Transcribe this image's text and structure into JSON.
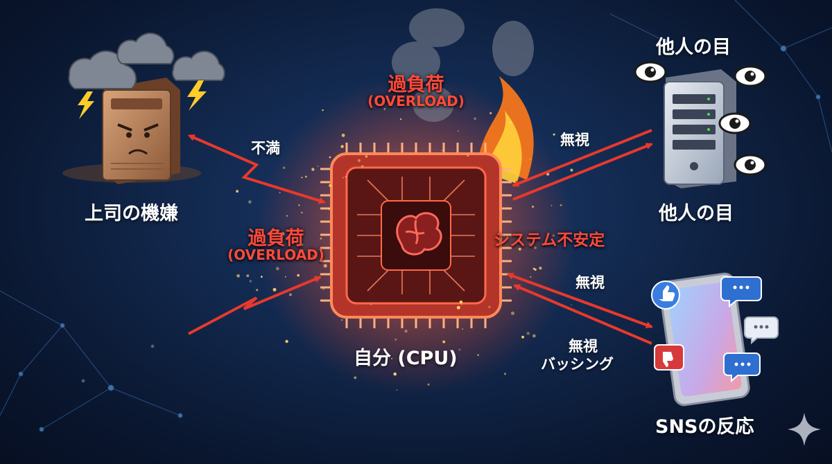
{
  "nodes": {
    "boss": {
      "label": "上司の機嫌"
    },
    "others_top": {
      "label": "他人の目"
    },
    "others": {
      "label": "他人の目"
    },
    "sns": {
      "label": "SNSの反応"
    },
    "cpu": {
      "label": "自分 (CPU)"
    }
  },
  "edges": {
    "fuman": "不満",
    "overload_top_jp": "過負荷",
    "overload_top_en": "(OVERLOAD)",
    "overload_left_jp": "過負荷",
    "overload_left_en": "(OVERLOAD)",
    "instability": "システム不安定",
    "mushi_1": "無視",
    "mushi_2": "無視",
    "mushi_3": "無視",
    "bashing": "バッシング"
  },
  "colors": {
    "background": "#0b1a33",
    "arrow": "#e8392c",
    "warning_text": "#ff4a3a",
    "label_text": "#ffffff",
    "cpu_glow": "#ff5a2a"
  },
  "icons": [
    "cloud-icon",
    "lightning-icon",
    "angry-server-icon",
    "server-icon",
    "eye-icon",
    "smartphone-icon",
    "like-icon",
    "dislike-icon",
    "chat-bubble-icon",
    "brain-icon",
    "cpu-chip-icon",
    "sparkle-icon",
    "smoke-icon",
    "fire-icon"
  ]
}
